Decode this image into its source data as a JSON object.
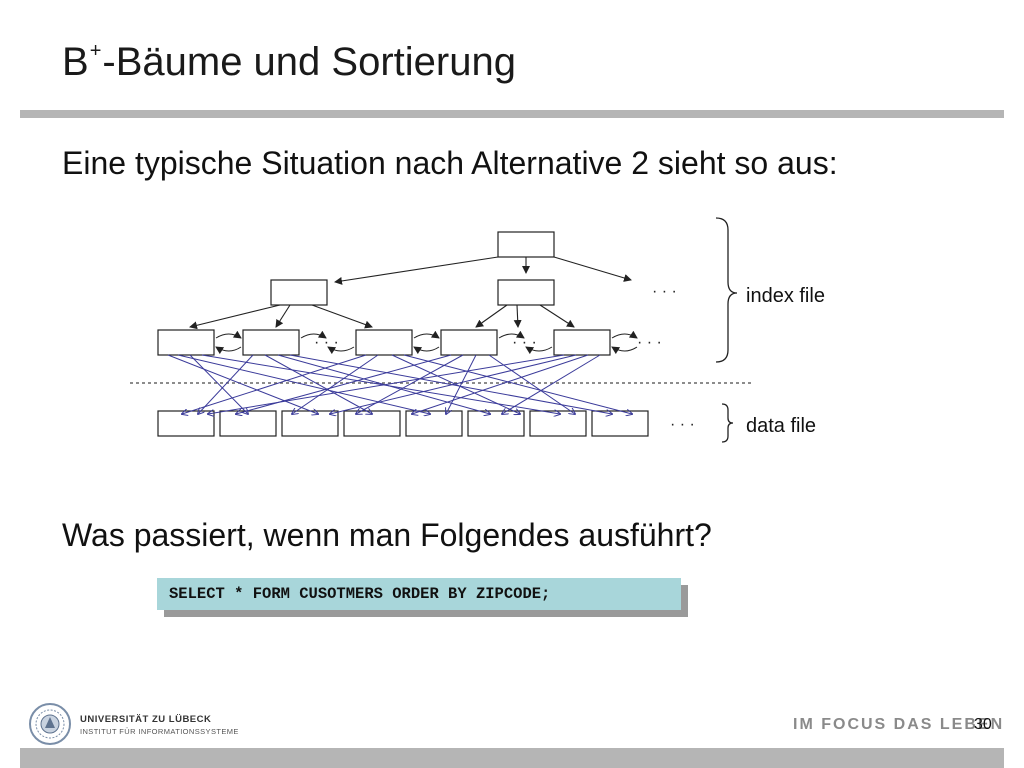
{
  "slide": {
    "title_prefix": "B",
    "title_sup": "+",
    "title_rest": "-Bäume und Sortierung",
    "intro": "Eine typische Situation nach Alternative 2 sieht so aus:",
    "question": "Was passiert, wenn man Folgendes ausführt?",
    "sql": "SELECT * FORM CUSOTMERS ORDER BY ZIPCODE;",
    "page_number": "30"
  },
  "diagram": {
    "index_label": "index file",
    "data_label": "data file",
    "ellipsis": "· · ·",
    "colors": {
      "node_border": "#222222",
      "pointer_lines": "#3b3b9a",
      "separator": "#666666"
    }
  },
  "footer": {
    "university": "UNIVERSITÄT ZU LÜBECK",
    "institute": "INSTITUT FÜR INFORMATIONSSYSTEME",
    "slogan": "IM FOCUS DAS LEBEN",
    "band_color": "#b5b5b5"
  }
}
